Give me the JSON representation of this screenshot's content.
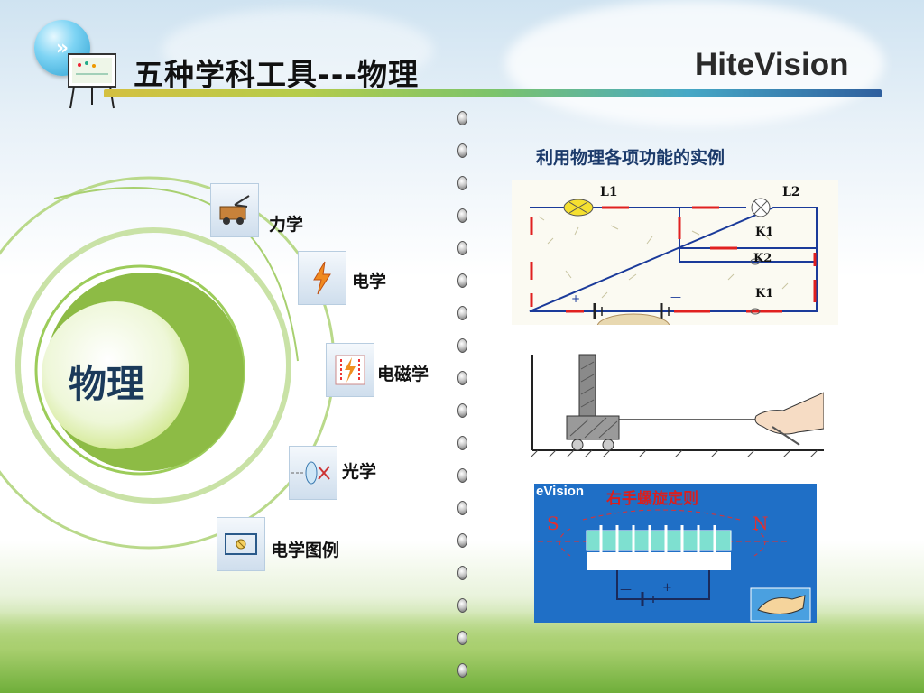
{
  "header": {
    "logo_glyph": "»",
    "title": "五种学科工具---物理",
    "brand": "HiteVision"
  },
  "diagram": {
    "center": "物理",
    "items": [
      {
        "label": "力学",
        "icon": "cart-force-icon"
      },
      {
        "label": "电学",
        "icon": "lightning-icon"
      },
      {
        "label": "电磁学",
        "icon": "electromagnet-icon"
      },
      {
        "label": "光学",
        "icon": "lens-icon"
      },
      {
        "label": "电学图例",
        "icon": "circuit-symbol-icon"
      }
    ]
  },
  "examples": {
    "title": "利用物理各项功能的实例",
    "circuit": {
      "labels": [
        "L1",
        "L2",
        "K1",
        "K2",
        "K1"
      ],
      "battery_plus": "+",
      "battery_minus": "—"
    },
    "mechanics": {},
    "electromagnet": {
      "brand_fragment": "eVision",
      "rule_title": "右手螺旋定则",
      "pole_left": "S",
      "pole_right": "N",
      "minus": "—",
      "plus": "+"
    }
  },
  "colors": {
    "title_line_start": "#d4c040",
    "title_line_end": "#2f5f9e",
    "ring_green": "#8dbb45",
    "wire_red": "#e02020",
    "magnet_bg": "#1f6fc6"
  }
}
